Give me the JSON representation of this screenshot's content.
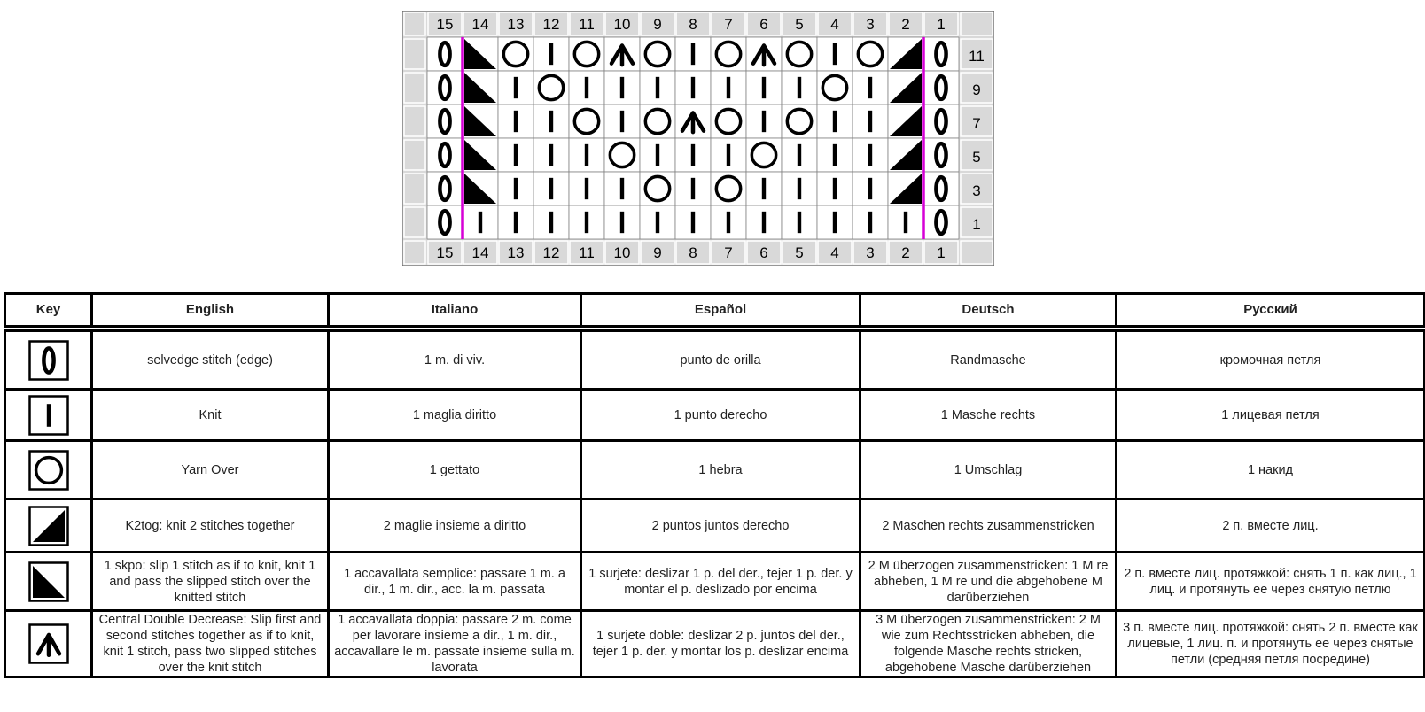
{
  "chart": {
    "columns": [
      "15",
      "14",
      "13",
      "12",
      "11",
      "10",
      "9",
      "8",
      "7",
      "6",
      "5",
      "4",
      "3",
      "2",
      "1"
    ],
    "rows": [
      {
        "num": "11",
        "cells": [
          "selvedge",
          "skpo",
          "yo",
          "knit",
          "yo",
          "cdd",
          "yo",
          "knit",
          "yo",
          "cdd",
          "yo",
          "knit",
          "yo",
          "k2tog",
          "selvedge"
        ]
      },
      {
        "num": "9",
        "cells": [
          "selvedge",
          "skpo",
          "knit",
          "yo",
          "knit",
          "knit",
          "knit",
          "knit",
          "knit",
          "knit",
          "knit",
          "yo",
          "knit",
          "k2tog",
          "selvedge"
        ]
      },
      {
        "num": "7",
        "cells": [
          "selvedge",
          "skpo",
          "knit",
          "knit",
          "yo",
          "knit",
          "yo",
          "cdd",
          "yo",
          "knit",
          "yo",
          "knit",
          "knit",
          "k2tog",
          "selvedge"
        ]
      },
      {
        "num": "5",
        "cells": [
          "selvedge",
          "skpo",
          "knit",
          "knit",
          "knit",
          "yo",
          "knit",
          "knit",
          "knit",
          "yo",
          "knit",
          "knit",
          "knit",
          "k2tog",
          "selvedge"
        ]
      },
      {
        "num": "3",
        "cells": [
          "selvedge",
          "skpo",
          "knit",
          "knit",
          "knit",
          "knit",
          "yo",
          "knit",
          "yo",
          "knit",
          "knit",
          "knit",
          "knit",
          "k2tog",
          "selvedge"
        ]
      },
      {
        "num": "1",
        "cells": [
          "selvedge",
          "knit",
          "knit",
          "knit",
          "knit",
          "knit",
          "knit",
          "knit",
          "knit",
          "knit",
          "knit",
          "knit",
          "knit",
          "knit",
          "selvedge"
        ]
      }
    ],
    "colors": {
      "border_line": "#d600d6",
      "header_bg": "#d9d9d9",
      "grid": "#808080"
    }
  },
  "legend": {
    "headers": [
      "Key",
      "English",
      "Italiano",
      "Español",
      "Deutsch",
      "Русский"
    ],
    "rows": [
      {
        "symbol": "selvedge",
        "en": "selvedge stitch (edge)",
        "it": "1 m. di viv.",
        "es": "punto de orilla",
        "de": "Randmasche",
        "ru": "кромочная петля"
      },
      {
        "symbol": "knit",
        "en": "Knit",
        "it": "1 maglia  diritto",
        "es": "1 punto derecho",
        "de": "1 Masche rechts",
        "ru": "1 лицевая петля"
      },
      {
        "symbol": "yo",
        "en": "Yarn Over",
        "it": "1 gettato",
        "es": "1 hebra",
        "de": "1 Umschlag",
        "ru": "1 накид"
      },
      {
        "symbol": "k2tog",
        "en": "K2tog: knit 2 stitches together",
        "it": "2 maglie insieme a diritto",
        "es": "2 puntos juntos derecho",
        "de": "2 Maschen rechts zusammenstricken",
        "ru": "2 п. вместе лиц."
      },
      {
        "symbol": "skpo",
        "en": "1 skpo: slip 1 stitch as if to knit, knit 1 and pass the slipped stitch over the knitted stitch",
        "it": "1 accavallata semplice: passare 1 m. a dir., 1 m. dir., acc. la m. passata",
        "es": "1 surjete: deslizar 1 p. del der., tejer 1 p. der. y montar el p. deslizado por encima",
        "de": "2 M überzogen zusammenstricken: 1 M re abheben, 1 M re und die abgehobene M darüberziehen",
        "ru": "2 п. вместе лиц. протяжкой: снять 1 п. как лиц., 1 лиц. и протянуть ее через снятую петлю"
      },
      {
        "symbol": "cdd",
        "en": "Central Double Decrease: Slip first and second stitches together as if to knit, knit 1 stitch, pass two slipped stitches over the knit stitch",
        "it": "1 accavallata doppia: passare 2 m. come per lavorare insieme a dir., 1 m. dir., accavallare le m. passate insieme sulla m. lavorata",
        "es": "1 surjete doble: deslizar 2 p. juntos del der., tejer 1 p. der. y montar los p. deslizar encima",
        "de": "3 M überzogen zusammenstricken: 2 M wie zum Rechtsstricken abheben, die folgende Masche rechts stricken, abgehobene Masche darüberziehen",
        "ru": "3 п. вместе лиц. протяжкой: снять 2 п. вместе как лицевые, 1 лиц. п. и протянуть ее через снятые петли (средняя петля посредине)"
      }
    ]
  }
}
